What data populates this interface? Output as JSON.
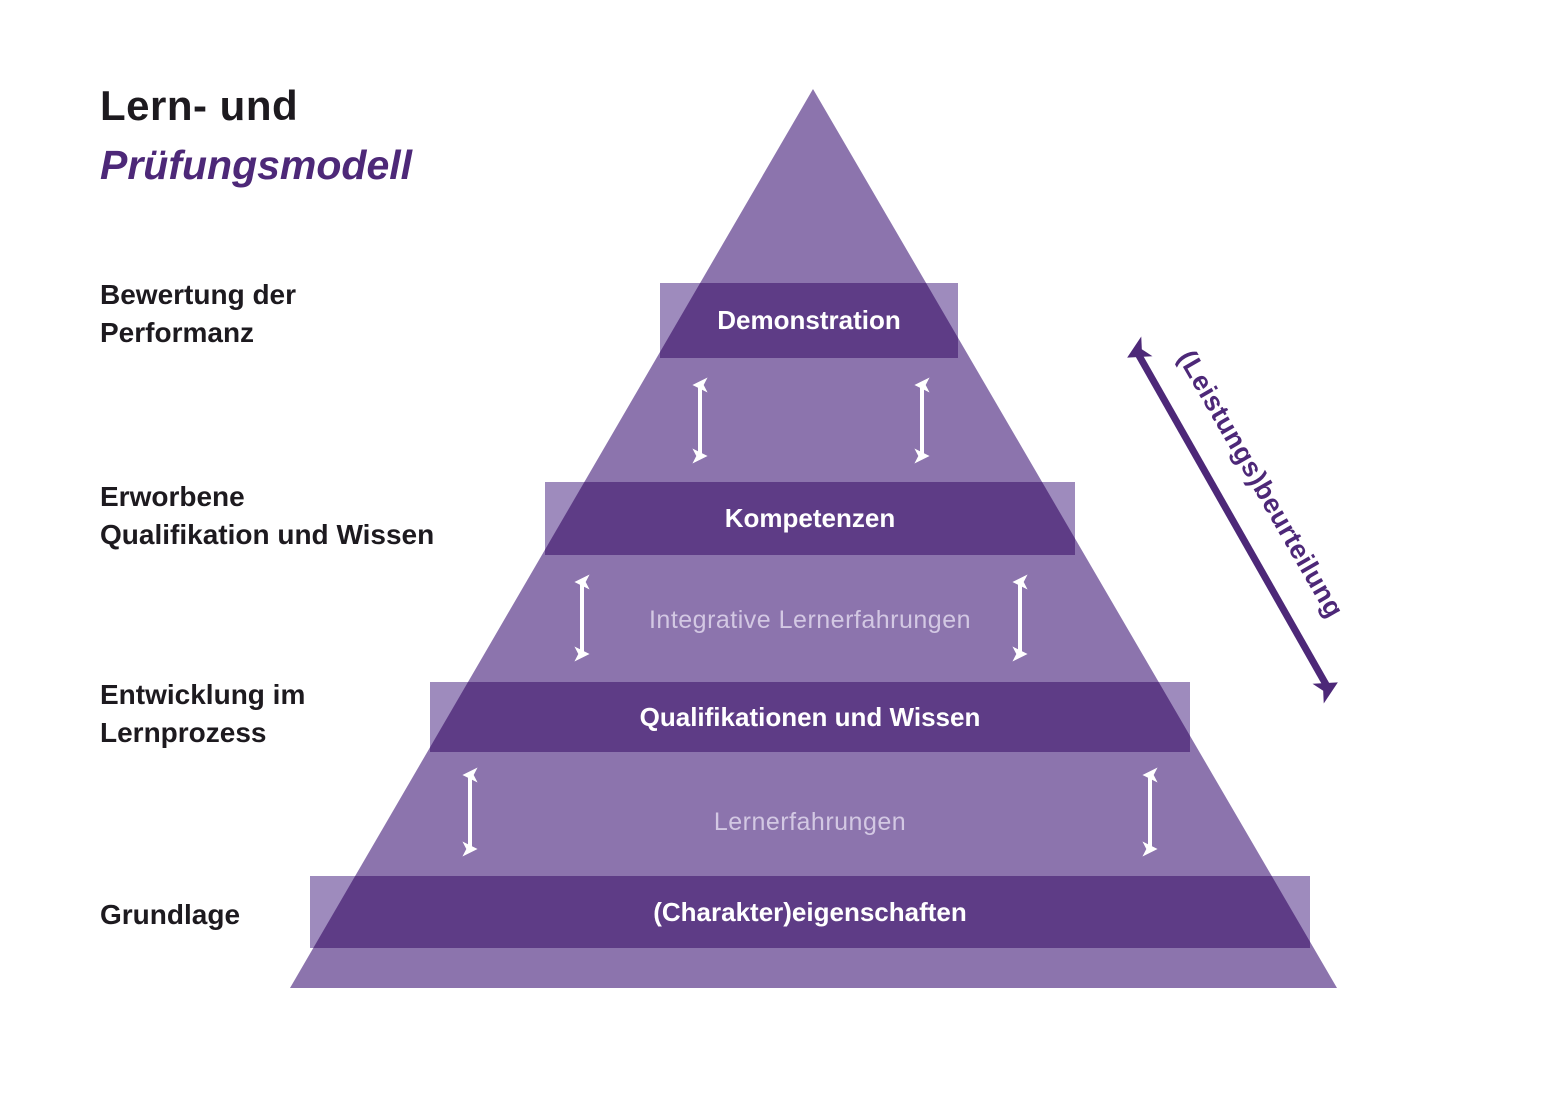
{
  "title": {
    "line1": "Lern- und",
    "line2": "Prüfungsmodell"
  },
  "side_labels": {
    "performance": "Bewertung der\nPerformanz",
    "qualification": "Erworbene\nQualifikation und Wissen",
    "development": "Entwicklung im\nLernprozess",
    "foundation": "Grundlage"
  },
  "pyramid": {
    "bands": [
      {
        "label": "Demonstration"
      },
      {
        "label": "Kompetenzen"
      },
      {
        "label": "Qualifikationen und Wissen"
      },
      {
        "label": "(Charakter)eigenschaften"
      }
    ],
    "between_texts": [
      {
        "label": "Integrative Lernerfahrungen"
      },
      {
        "label": "Lernerfahrungen"
      }
    ]
  },
  "diagonal_arrow": {
    "label": "(Leistungs)beurteilung"
  },
  "colors": {
    "accent_purple": "#4D2878",
    "pyramid_fill": "#8C74AD",
    "band_light": "#9E8BBD",
    "band_dark": "#5E3C86",
    "muted_text": "#D3C8E3",
    "text_black": "#1D1A1F",
    "white": "#FFFFFF"
  }
}
